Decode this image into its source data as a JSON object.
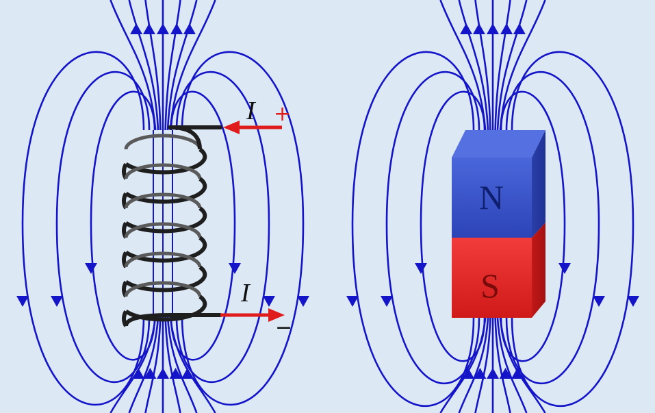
{
  "colors": {
    "background": "#dce9f5",
    "field_line": "#1414c8",
    "current_arrow": "#e01b1b",
    "coil_wire": "#1e1e1e",
    "magnet_north": "#3550c8",
    "magnet_south": "#e82828"
  },
  "solenoid": {
    "current_in_label": "I",
    "current_in_sign": "+",
    "current_out_label": "I",
    "current_out_sign": "−",
    "turns": 6
  },
  "bar_magnet": {
    "north_label": "N",
    "south_label": "S"
  },
  "icons": [
    "field-line-arrow-icon",
    "current-arrow-icon"
  ]
}
